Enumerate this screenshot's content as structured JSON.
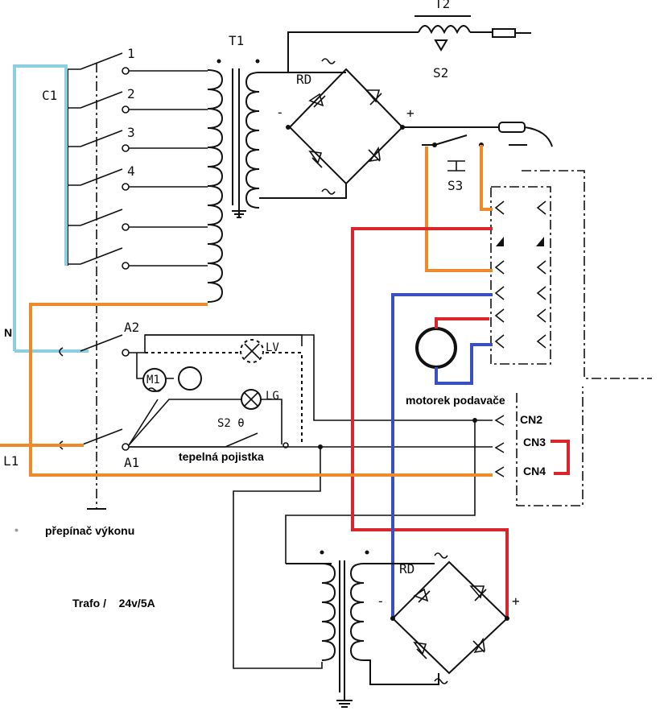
{
  "labels": {
    "t1": "T1",
    "t2": "T2",
    "s2": "S2",
    "s3": "S3",
    "rd_top": "RD",
    "rd_bottom": "RD",
    "plus_top": "+",
    "minus_top": "-",
    "plus_bottom": "+",
    "minus_bottom": "-",
    "c1": "C1",
    "tap1": "1",
    "tap2": "2",
    "tap3": "3",
    "tap4": "4",
    "a2": "A2",
    "a1": "A1",
    "m1": "M1",
    "lv": "LV",
    "lg": "LG",
    "s2_theta": "S2 θ",
    "n": "N",
    "l1": "L1",
    "cn2": "CN2",
    "cn3": "CN3",
    "cn4": "CN4"
  },
  "annotations": {
    "motor": "motorek podavače",
    "thermal": "tepelná pojistka",
    "switch": "přepínač výkonu",
    "trafo": "Trafo /    24v/5A",
    "bullet": "•"
  },
  "wire_colors": {
    "light_blue": "#8ccfe0",
    "blue": "#3a4fc2",
    "red": "#d8262a",
    "orange": "#ef8a2a"
  }
}
